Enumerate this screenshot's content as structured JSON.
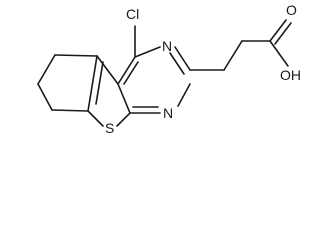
{
  "molecule": {
    "atoms": {
      "chlorine": "Cl",
      "nitrogen_top": "N",
      "nitrogen_bottom": "N",
      "sulfur": "S",
      "carbonyl_oxygen": "O",
      "hydroxyl": "OH"
    }
  }
}
